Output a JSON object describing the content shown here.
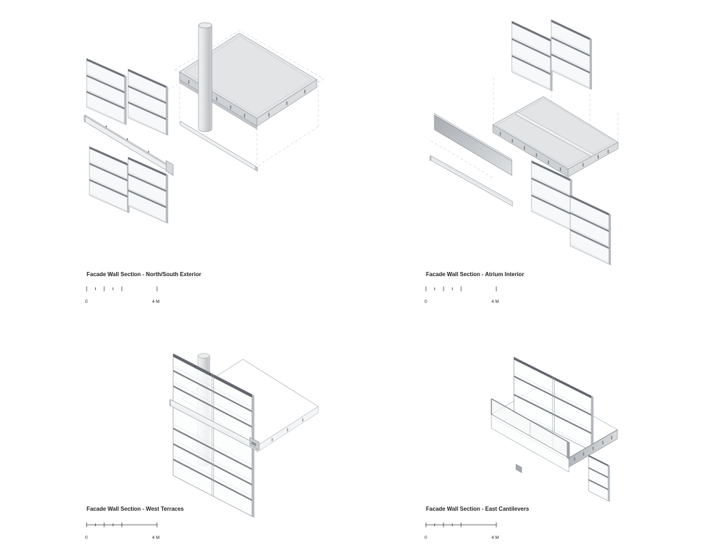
{
  "sheet": {
    "background": "#ffffff",
    "type_note": "architectural exploded axonometric facade details"
  },
  "sections": [
    {
      "id": "north-south-exterior",
      "title": "Facade Wall Section - North/South Exterior",
      "scale_start": "0",
      "scale_end": "4 M"
    },
    {
      "id": "atrium-interior",
      "title": "Facade Wall Section - Atrium Interior",
      "scale_start": "0",
      "scale_end": "4 M"
    },
    {
      "id": "west-terraces",
      "title": "Facade Wall Section - West Terraces",
      "scale_start": "0",
      "scale_end": "4 M"
    },
    {
      "id": "east-cantilevers",
      "title": "Facade Wall Section - East Cantilevers",
      "scale_start": "0",
      "scale_end": "4 M"
    }
  ],
  "colors": {
    "line": "#8d9298",
    "dark_rail": "#62666c",
    "glass": "#f7f8f9",
    "slab_top": "#e3e4e6",
    "slab_face": "#cfd2d5",
    "column": "#c9cbce",
    "text": "#232323"
  }
}
